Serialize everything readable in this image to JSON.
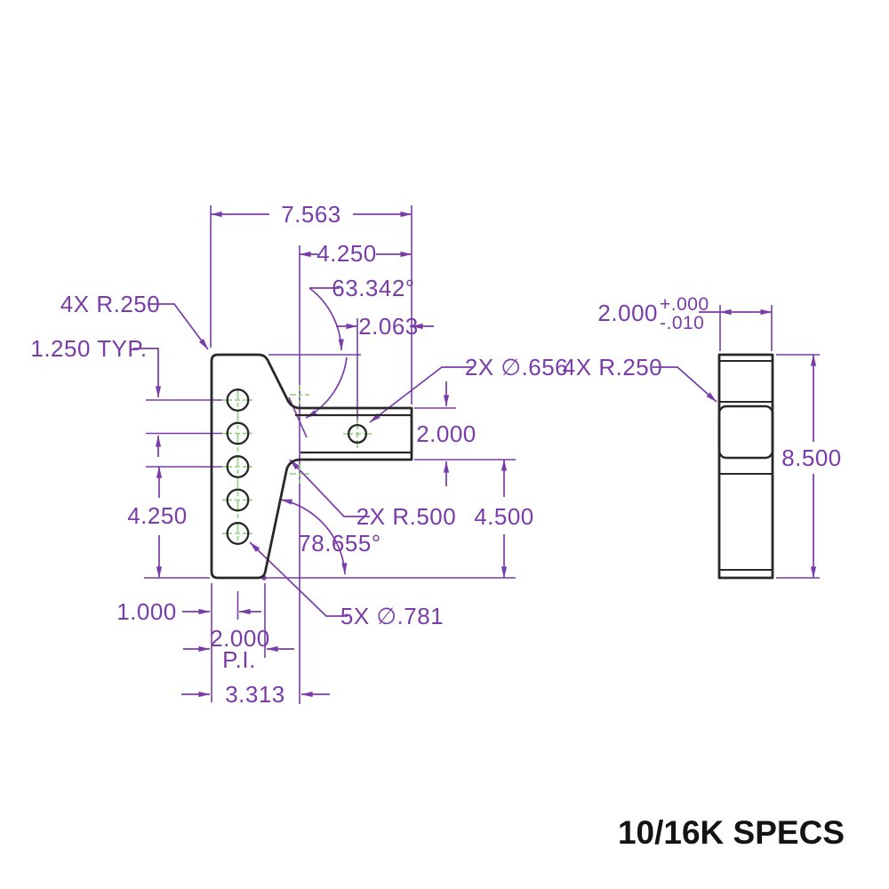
{
  "title": {
    "text": "10/16K SPECS"
  },
  "colors": {
    "dimension": "#7a3ca8",
    "centerline": "#8fce7c",
    "part_outline": "#282828",
    "background": "#ffffff",
    "title_text": "#141414"
  },
  "front_view": {
    "overall_width": "7.563",
    "shank_length": "4.250",
    "top_angle": "63.342°",
    "hole_to_end": "2.063",
    "plate_corner_radius": "4X R.250",
    "hole_spacing": "1.250 TYP.",
    "shank_hole_dia": "2X ∅.656",
    "shank_height": "2.000",
    "junction_fillet_radius": "2X R.500",
    "drop_height": "4.500",
    "hole_stack_height": "4.250",
    "bottom_angle": "78.655°",
    "edge_to_hole": "1.000",
    "edge_to_pi": "2.000",
    "pi_label": "P.I.",
    "edge_to_fillet_center": "3.313",
    "plate_hole_dia": "5X ∅.781"
  },
  "side_view": {
    "thickness": "2.000",
    "tolerance_plus": "+.000",
    "tolerance_minus": "-.010",
    "tube_corner_radius": "4X R.250",
    "overall_height": "8.500"
  }
}
